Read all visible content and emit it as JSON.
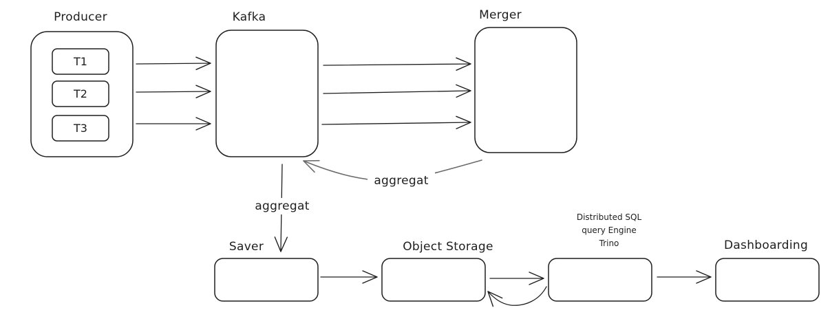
{
  "diagram": {
    "nodes": {
      "producer": {
        "label": "Producer"
      },
      "t1": {
        "label": "T1"
      },
      "t2": {
        "label": "T2"
      },
      "t3": {
        "label": "T3"
      },
      "kafka": {
        "label": "Kafka"
      },
      "merger": {
        "label": "Merger"
      },
      "saver": {
        "label": "Saver"
      },
      "object_storage": {
        "label": "Object Storage"
      },
      "trino": {
        "label_lines": [
          "Distributed SQL",
          "query Engine",
          "Trino"
        ]
      },
      "dashboarding": {
        "label": "Dashboarding"
      }
    },
    "edges": {
      "merger_to_kafka": {
        "label": "aggregat"
      },
      "kafka_to_saver": {
        "label": "aggregat"
      }
    }
  }
}
